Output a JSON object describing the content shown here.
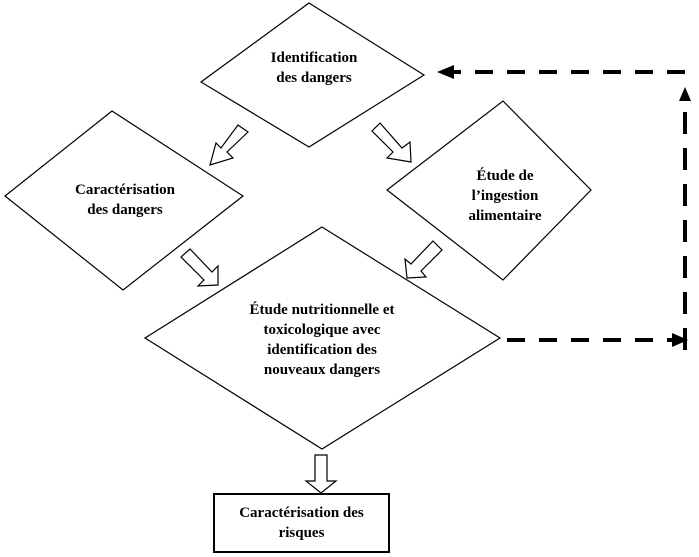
{
  "diagram": {
    "nodes": [
      {
        "id": "identification-dangers",
        "shape": "diamond",
        "label": "Identification\ndes dangers"
      },
      {
        "id": "caracterisation-dangers",
        "shape": "diamond",
        "label": "Caractérisation\ndes dangers"
      },
      {
        "id": "etude-ingestion",
        "shape": "diamond",
        "label": "Étude de\nl’ingestion\nalimentaire"
      },
      {
        "id": "etude-nutritionnelle",
        "shape": "diamond",
        "label": "Étude nutritionnelle et\ntoxicologique avec\nidentification des\nnouveaux dangers"
      },
      {
        "id": "caracterisation-risques",
        "shape": "rectangle",
        "label": "Caractérisation des\nrisques"
      }
    ],
    "edges": [
      {
        "from": "identification-dangers",
        "to": "caracterisation-dangers",
        "style": "hollow-block-arrow"
      },
      {
        "from": "identification-dangers",
        "to": "etude-ingestion",
        "style": "hollow-block-arrow"
      },
      {
        "from": "caracterisation-dangers",
        "to": "etude-nutritionnelle",
        "style": "hollow-block-arrow"
      },
      {
        "from": "etude-ingestion",
        "to": "etude-nutritionnelle",
        "style": "hollow-block-arrow"
      },
      {
        "from": "etude-nutritionnelle",
        "to": "caracterisation-risques",
        "style": "hollow-block-arrow"
      },
      {
        "from": "etude-nutritionnelle",
        "to": "identification-dangers",
        "style": "dashed-feedback-loop"
      }
    ],
    "colors": {
      "line": "#000000",
      "fill": "#ffffff"
    }
  }
}
